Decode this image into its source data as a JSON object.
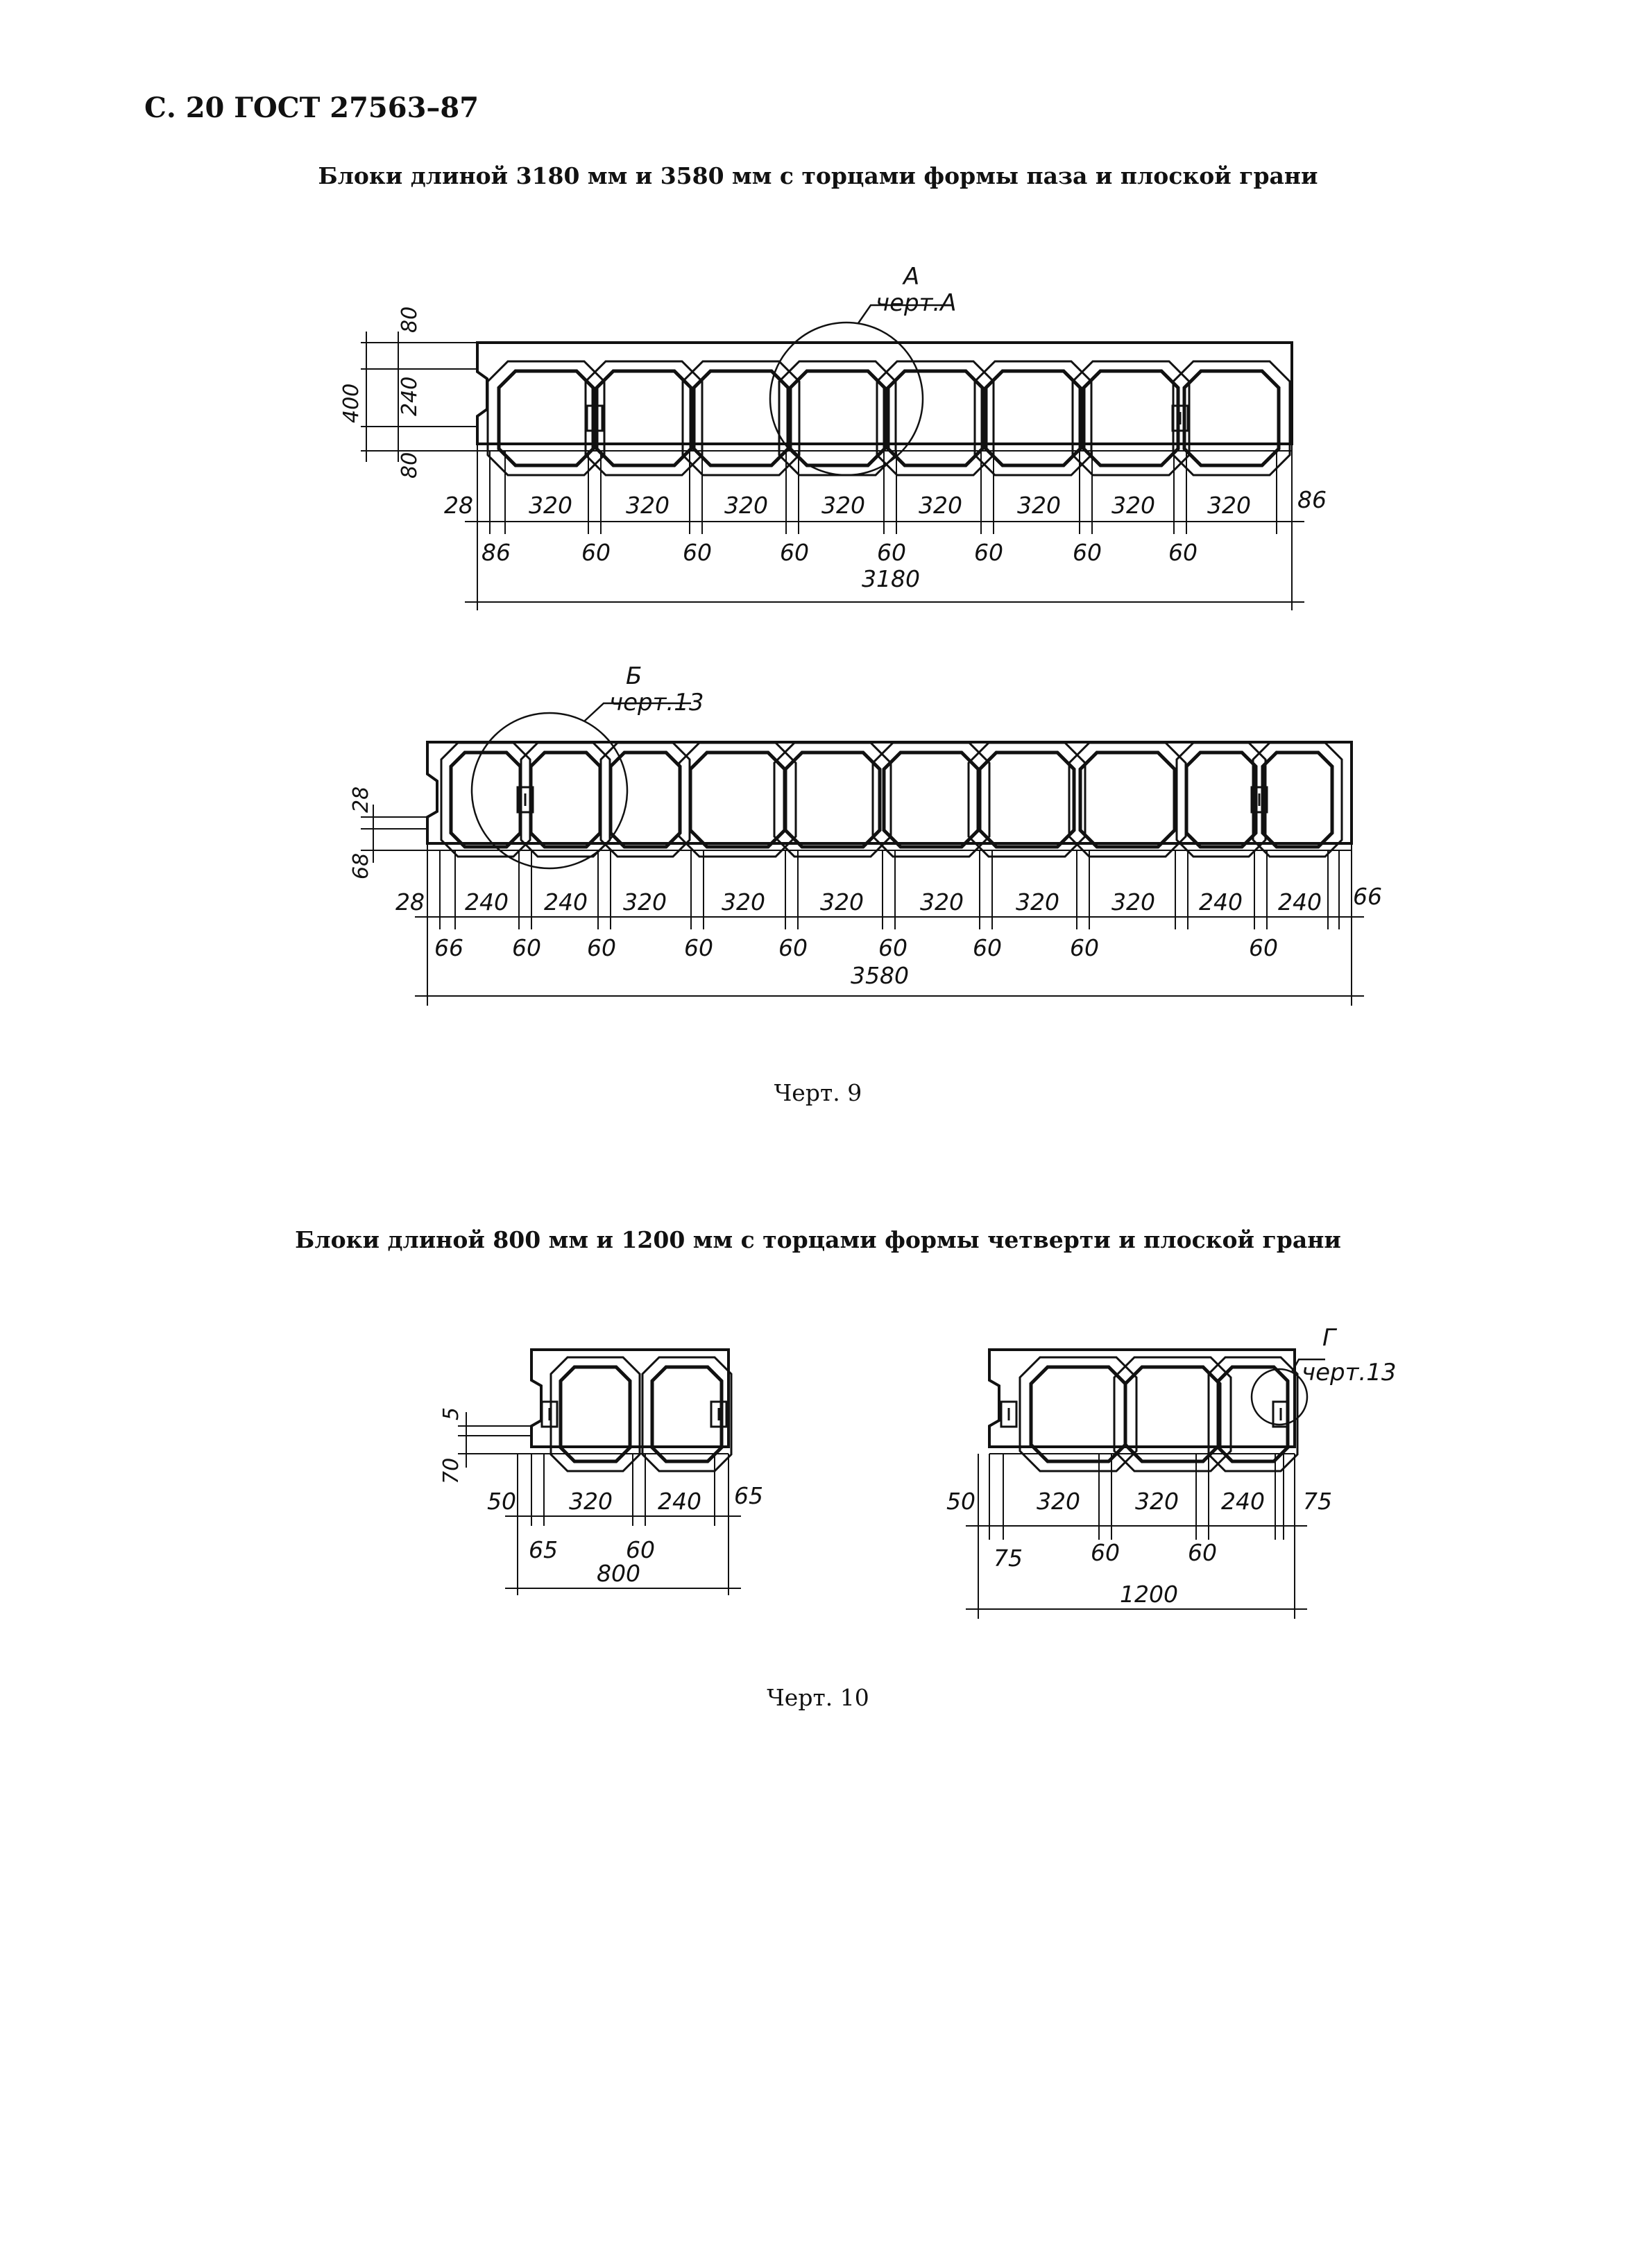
{
  "page_header": "С. 20 ГОСТ 27563–87",
  "section1": {
    "caption": "Блоки длиной 3180 мм и 3580 мм с торцами формы паза и плоской грани",
    "drawing1": {
      "callout_letter": "А",
      "callout_ref": "черт.А",
      "vertical_dims": [
        "80",
        "400",
        "240",
        "80"
      ],
      "top_row": [
        "28",
        "320",
        "320",
        "320",
        "320",
        "320",
        "320",
        "320",
        "320",
        "86"
      ],
      "bottom_row": [
        "86",
        "60",
        "60",
        "60",
        "60",
        "60",
        "60",
        "60"
      ],
      "total": "3180"
    },
    "drawing2": {
      "callout_letter": "Б",
      "callout_ref": "черт.13",
      "vertical_dims": [
        "28",
        "68"
      ],
      "top_row": [
        "28",
        "240",
        "240",
        "320",
        "320",
        "320",
        "320",
        "320",
        "320",
        "240",
        "240",
        "66"
      ],
      "bottom_row": [
        "66",
        "60",
        "60",
        "60",
        "60",
        "60",
        "60",
        "60",
        "60"
      ],
      "total": "3580"
    },
    "figure_label": "Черт. 9"
  },
  "section2": {
    "caption": "Блоки длиной 800 мм и 1200 мм с торцами формы четверти и плоской грани",
    "drawing3": {
      "vertical_dims": [
        "5",
        "70"
      ],
      "top_row": [
        "50",
        "320",
        "240",
        "65"
      ],
      "bottom_row": [
        "65",
        "60"
      ],
      "total": "800"
    },
    "drawing4": {
      "callout_letter": "Г",
      "callout_ref": "черт.13",
      "top_row": [
        "50",
        "320",
        "320",
        "240",
        "75"
      ],
      "bottom_row": [
        "75",
        "60",
        "60"
      ],
      "total": "1200"
    },
    "figure_label": "Черт. 10"
  }
}
